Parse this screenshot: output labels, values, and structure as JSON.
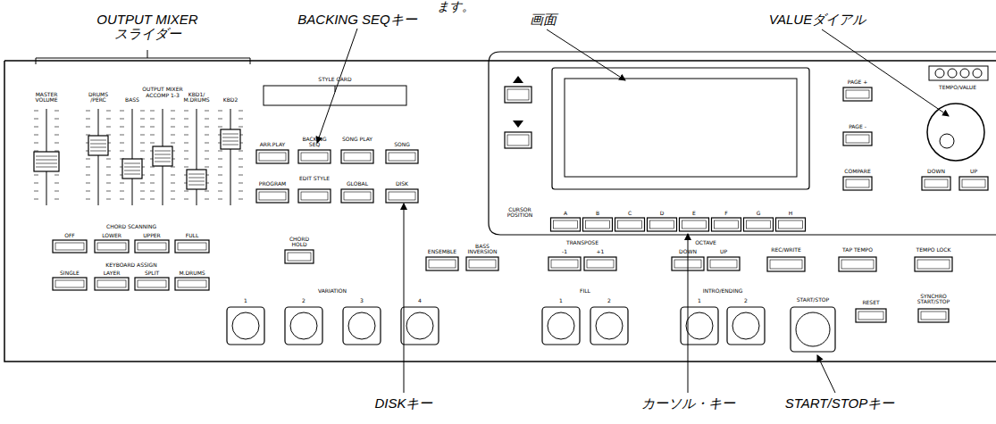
{
  "diagram": {
    "labels": [
      "ます。",
      "OUTPUT MIXER スライダー",
      "BACKING SEQキー",
      "画面",
      "VALUEダイアル",
      "DISKキー",
      "カーソル・キー",
      "START/STOPキー",
      "MASTER VOLUME",
      "DRUMS /PERC",
      "BASS",
      "OUTPUT MIXER",
      "ACCOMP 1-3",
      "KBD1/ M.DRUMS",
      "KBD2",
      "STYLE CARD",
      "ARR.PLAY",
      "BACKING SEQ",
      "SONG PLAY",
      "SONG",
      "PROGRAM",
      "EDIT STYLE",
      "GLOBAL",
      "DISK",
      "CHORD SCANNING",
      "OFF",
      "LOWER",
      "UPPER",
      "FULL",
      "KEYBOARD ASSIGN",
      "SINGLE",
      "LAYER",
      "SPLIT",
      "M.DRUMS",
      "CHORD HOLD",
      "ENSEMBLE",
      "BASS INVERSION",
      "TRANSPOSE",
      "-1",
      "+1",
      "OCTAVE",
      "DOWN",
      "UP",
      "REC/WRITE",
      "TAP TEMPO",
      "TEMPO LOCK",
      "VARIATION",
      "1",
      "2",
      "3",
      "4",
      "FILL",
      "1",
      "2",
      "INTRO/ENDING",
      "1",
      "2",
      "START/STOP",
      "RESET",
      "SYNCHRO START/STOP",
      "CURSOR POSITION",
      "A",
      "B",
      "C",
      "D",
      "E",
      "F",
      "G",
      "H",
      "PAGE +",
      "PAGE -",
      "COMPARE",
      "TEMPO/VALUE",
      "DOWN",
      "UP"
    ]
  }
}
